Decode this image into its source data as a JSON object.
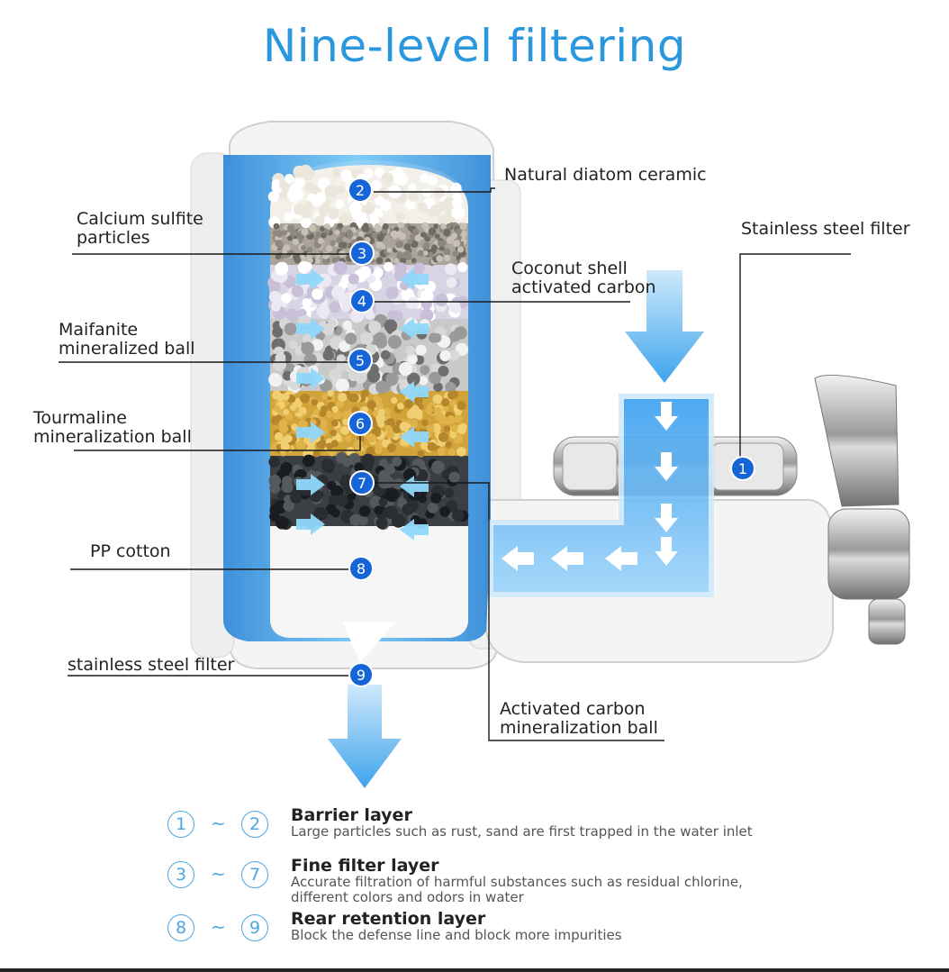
{
  "title": "Nine-level filtering",
  "labels": {
    "natural_diatom": "Natural diatom ceramic",
    "calcium_sulfite": "Calcium sulfite\nparticles",
    "stainless_steel_filter_top": "Stainless steel filter",
    "coconut_shell": "Coconut shell\nactivated carbon",
    "maifanite": "Maifanite\nmineralized ball",
    "tourmaline": "Tourmaline\nmineralization ball",
    "pp_cotton": "PP cotton",
    "stainless_steel_filter_bottom": "stainless steel filter",
    "activated_carbon_ball": "Activated carbon\nmineralization ball"
  },
  "markers": [
    "1",
    "2",
    "3",
    "4",
    "5",
    "6",
    "7",
    "8",
    "9"
  ],
  "legend": [
    {
      "from": "1",
      "to": "2",
      "tilde": "~",
      "title": "Barrier layer",
      "desc": "Large particles such as rust, sand are first trapped in the water inlet"
    },
    {
      "from": "3",
      "to": "7",
      "tilde": "~",
      "title": "Fine filter layer",
      "desc": "Accurate filtration of harmful substances such as residual chlorine, different colors and odors in water"
    },
    {
      "from": "8",
      "to": "9",
      "tilde": "~",
      "title": "Rear retention layer",
      "desc": "Block the defense line and block more impurities"
    }
  ],
  "colors": {
    "accent": "#2b98de",
    "marker": "#1565d8",
    "water": "#3fa9f0",
    "arrow": "#5bb8f2"
  }
}
